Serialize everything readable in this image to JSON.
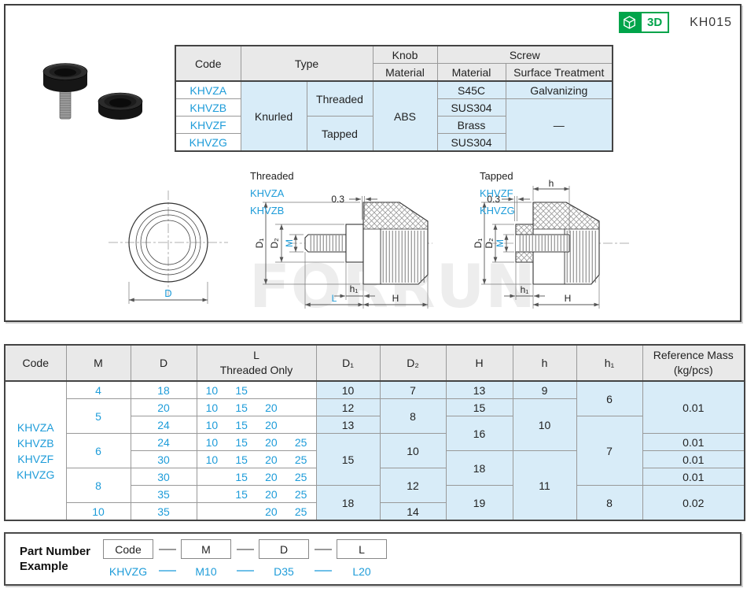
{
  "header": {
    "badge_3d": "3D",
    "part_code": "KH015"
  },
  "spec_table": {
    "col_code": "Code",
    "col_type": "Type",
    "col_knob": "Knob",
    "col_knob_material": "Material",
    "col_screw": "Screw",
    "col_screw_material": "Material",
    "col_surface": "Surface Treatment",
    "codes": [
      "KHVZA",
      "KHVZB",
      "KHVZF",
      "KHVZG"
    ],
    "type_shape": "Knurled",
    "type_thread": [
      "Threaded",
      "Tapped"
    ],
    "knob_material": "ABS",
    "screw_materials": [
      "S45C",
      "SUS304",
      "Brass",
      "SUS304"
    ],
    "surface_row1": "Galvanizing",
    "surface_rest": "—"
  },
  "drawings": {
    "threaded": {
      "title": "Threaded",
      "codes": [
        "KHVZA",
        "KHVZB"
      ]
    },
    "tapped": {
      "title": "Tapped",
      "codes": [
        "KHVZF",
        "KHVZG"
      ]
    },
    "dims": {
      "d": "D",
      "d1": "D₁",
      "d2": "D₂",
      "m": "M",
      "h1": "h₁",
      "L": "L",
      "H": "H",
      "h": "h",
      "gap": "0.3"
    }
  },
  "watermark": {
    "text": "FORRUN"
  },
  "dim_table": {
    "col_code": "Code",
    "col_m": "M",
    "col_d": "D",
    "col_l_line1": "L",
    "col_l_line2": "Threaded Only",
    "col_d1": "D₁",
    "col_d2": "D₂",
    "col_H": "H",
    "col_h": "h",
    "col_h1": "h₁",
    "col_mass_line1": "Reference Mass",
    "col_mass_line2": "(kg/pcs)",
    "codes": [
      "KHVZA",
      "KHVZB",
      "KHVZF",
      "KHVZG"
    ],
    "m": [
      "4",
      "5",
      "6",
      "8",
      "10"
    ],
    "d": [
      "18",
      "20",
      "24",
      "24",
      "30",
      "30",
      "35",
      "35"
    ],
    "l": [
      [
        "10",
        "15",
        "",
        ""
      ],
      [
        "10",
        "15",
        "20",
        ""
      ],
      [
        "10",
        "15",
        "20",
        ""
      ],
      [
        "10",
        "15",
        "20",
        "25"
      ],
      [
        "10",
        "15",
        "20",
        "25"
      ],
      [
        "",
        "15",
        "20",
        "25"
      ],
      [
        "",
        "15",
        "20",
        "25"
      ],
      [
        "",
        "",
        "20",
        "25"
      ]
    ],
    "d1": [
      "10",
      "12",
      "13",
      "15",
      "18"
    ],
    "d2": [
      "7",
      "8",
      "10",
      "12",
      "14"
    ],
    "H": [
      "13",
      "15",
      "16",
      "18",
      "19"
    ],
    "h": [
      "9",
      "10",
      "11"
    ],
    "h1": [
      "6",
      "7",
      "8"
    ],
    "mass": [
      "0.01",
      "0.01",
      "0.01",
      "0.01",
      "0.02"
    ]
  },
  "part_number": {
    "label_line1": "Part Number",
    "label_line2": "Example",
    "boxes": [
      "Code",
      "M",
      "D",
      "L"
    ],
    "values": [
      "KHVZG",
      "M10",
      "D35",
      "L20"
    ]
  },
  "colors": {
    "accent_blue": "#1e9cd9",
    "cell_blue": "#d8ecf8",
    "header_gray": "#e9e9e9",
    "badge_green": "#00a44a"
  }
}
